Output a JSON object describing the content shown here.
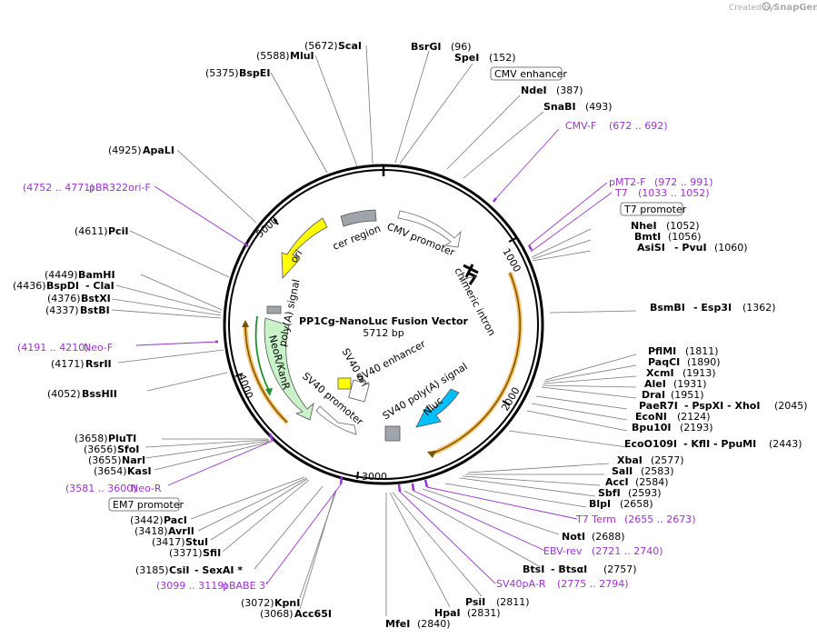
{
  "credit": {
    "prefix": "Created by",
    "brand": "SnapGene"
  },
  "plasmid": {
    "name": "PP1Cg-NanoLuc Fusion Vector",
    "length": "5712 bp"
  },
  "tick_labels": [
    "1000",
    "2000",
    "3000",
    "4000",
    "5000"
  ],
  "features": {
    "cmv_promoter": "CMV promoter",
    "cer_region": "cer region",
    "ori": "ori",
    "chimeric_intron": "chimeric intron",
    "polyA_signal": "poly(A) signal",
    "neor_kanr": "NeoR/KanR",
    "sv40_promoter": "SV40 promoter",
    "sv40_ori": "SV40 ori",
    "sv40_enhancer": "SV40 enhancer",
    "sv40_polyA": "SV40 poly(A) signal",
    "nluc": "Nluc"
  },
  "boxed_labels": {
    "cmv_enhancer": "CMV enhancer",
    "t7_promoter": "T7 promoter",
    "em7_promoter": "EM7 promoter"
  },
  "sites": [
    {
      "name": "BsrGI",
      "pos": "(96)"
    },
    {
      "name": "SpeI",
      "pos": "(152)"
    },
    {
      "name": "NdeI",
      "pos": "(387)"
    },
    {
      "name": "SnaBI",
      "pos": "(493)"
    },
    {
      "name": "NheI",
      "pos": "(1052)"
    },
    {
      "name": "BmtI",
      "pos": "(1056)"
    },
    {
      "name": "AsiSI",
      "extra": "- PvuI",
      "pos": "(1060)"
    },
    {
      "name": "BsmBI",
      "extra": "- Esp3I",
      "pos": "(1362)"
    },
    {
      "name": "PflMI",
      "pos": "(1811)"
    },
    {
      "name": "PaqCI",
      "pos": "(1890)"
    },
    {
      "name": "XcmI",
      "pos": "(1913)"
    },
    {
      "name": "AleI",
      "pos": "(1931)"
    },
    {
      "name": "DraI",
      "pos": "(1951)"
    },
    {
      "name": "PaeR7I",
      "extra": "- PspXI  - XhoI",
      "pos": "(2045)"
    },
    {
      "name": "EcoNI",
      "pos": "(2124)"
    },
    {
      "name": "Bpu10I",
      "pos": "(2193)"
    },
    {
      "name": "EcoO109I",
      "extra": "- KflI  - PpuMI",
      "pos": "(2443)"
    },
    {
      "name": "XbaI",
      "pos": "(2577)"
    },
    {
      "name": "SalI",
      "pos": "(2583)"
    },
    {
      "name": "AccI",
      "pos": "(2584)"
    },
    {
      "name": "SbfI",
      "pos": "(2593)"
    },
    {
      "name": "BlpI",
      "pos": "(2658)"
    },
    {
      "name": "NotI",
      "pos": "(2688)"
    },
    {
      "name": "BtsI",
      "extra": "- BtsαI",
      "pos": "(2757)"
    },
    {
      "name": "PsiI",
      "pos": "(2811)"
    },
    {
      "name": "HpaI",
      "pos": "(2831)"
    },
    {
      "name": "MfeI",
      "pos": "(2840)"
    },
    {
      "name": "KpnI",
      "pos": "(3072)"
    },
    {
      "name": "Acc65I",
      "pos": "(3068)"
    },
    {
      "name": "CsiI",
      "extra": "- SexAI *",
      "pos": "(3185)"
    },
    {
      "name": "SfiI",
      "pos": "(3371)"
    },
    {
      "name": "StuI",
      "pos": "(3417)"
    },
    {
      "name": "AvrII",
      "pos": "(3418)"
    },
    {
      "name": "PacI",
      "pos": "(3442)"
    },
    {
      "name": "KasI",
      "pos": "(3654)"
    },
    {
      "name": "NarI",
      "pos": "(3655)"
    },
    {
      "name": "SfoI",
      "pos": "(3656)"
    },
    {
      "name": "PluTI",
      "pos": "(3658)"
    },
    {
      "name": "BssHII",
      "pos": "(4052)"
    },
    {
      "name": "RsrII",
      "pos": "(4171)"
    },
    {
      "name": "BstBI",
      "pos": "(4337)"
    },
    {
      "name": "BstXI",
      "pos": "(4376)"
    },
    {
      "name": "BspDI",
      "extra": "- ClaI",
      "pos": "(4436)"
    },
    {
      "name": "BamHI",
      "pos": "(4449)"
    },
    {
      "name": "PciI",
      "pos": "(4611)"
    },
    {
      "name": "ApaLI",
      "pos": "(4925)"
    },
    {
      "name": "BspEI",
      "pos": "(5375)"
    },
    {
      "name": "MluI",
      "pos": "(5588)"
    },
    {
      "name": "ScaI",
      "pos": "(5672)"
    }
  ],
  "primers": [
    {
      "name": "CMV-F",
      "range": "(672 .. 692)"
    },
    {
      "name": "pMT2-F",
      "range": "(972 .. 991)"
    },
    {
      "name": "T7",
      "range": "(1033 .. 1052)"
    },
    {
      "name": "T7 Term",
      "range": "(2655 .. 2673)"
    },
    {
      "name": "EBV-rev",
      "range": "(2721 .. 2740)"
    },
    {
      "name": "SV40pA-R",
      "range": "(2775 .. 2794)"
    },
    {
      "name": "pBABE 3'",
      "range": "(3099 .. 3119)"
    },
    {
      "name": "Neo-R",
      "range": "(3581 .. 3600)"
    },
    {
      "name": "Neo-F",
      "range": "(4191 .. 4210)"
    },
    {
      "name": "pBR322ori-F",
      "range": "(4752 .. 4771)"
    }
  ]
}
